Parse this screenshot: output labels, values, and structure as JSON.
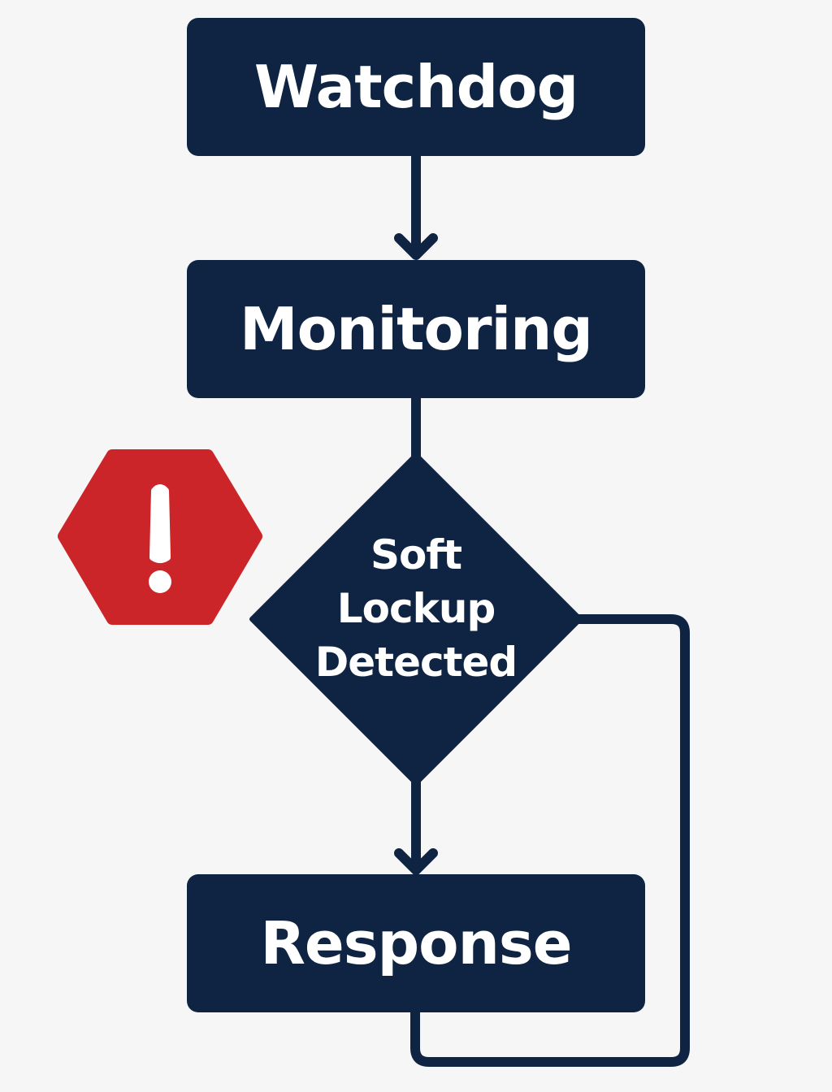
{
  "nodes": {
    "watchdog": "Watchdog",
    "monitoring": "Monitoring",
    "decision": [
      "Soft",
      "Lockup",
      "Detected"
    ],
    "response": "Response"
  },
  "colors": {
    "node_fill": "#0f2442",
    "connector": "#0f2442",
    "warning": "#cc2529",
    "background": "#f6f6f6",
    "text": "#ffffff"
  },
  "icons": {
    "warning": "warning-exclamation-hexagon-icon"
  }
}
